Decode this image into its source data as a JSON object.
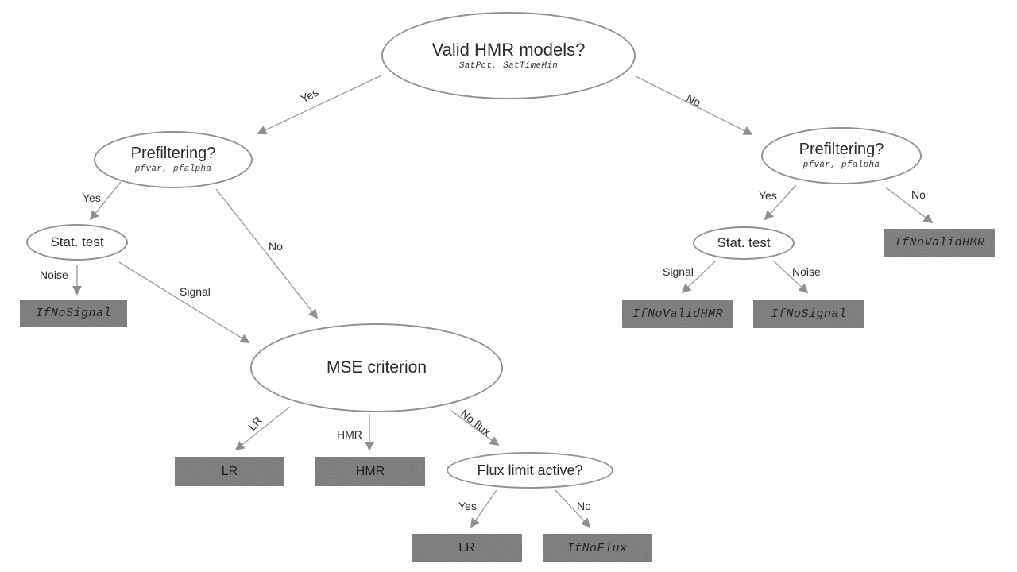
{
  "diagram": {
    "nodes": {
      "root": {
        "title": "Valid HMR models?",
        "subtitle": "SatPct, SatTimeMin"
      },
      "prefilter_left": {
        "title": "Prefiltering?",
        "subtitle": "pfvar, pfalpha"
      },
      "prefilter_right": {
        "title": "Prefiltering?",
        "subtitle": "pfvar, pfalpha"
      },
      "stat_left": {
        "title": "Stat. test"
      },
      "stat_right": {
        "title": "Stat. test"
      },
      "mse": {
        "title": "MSE criterion"
      },
      "flux": {
        "title": "Flux limit active?"
      },
      "box_ifnosignal_left": {
        "label": "IfNoSignal"
      },
      "box_lr_mid": {
        "label": "LR"
      },
      "box_hmr": {
        "label": "HMR"
      },
      "box_lr_bottom": {
        "label": "LR"
      },
      "box_ifnoflux": {
        "label": "IfNoFlux"
      },
      "box_ifnovalidhmr_right": {
        "label": "IfNoValidHMR"
      },
      "box_ifnovalidhmr_signal": {
        "label": "IfNoValidHMR"
      },
      "box_ifnosignal_right": {
        "label": "IfNoSignal"
      }
    },
    "edges": {
      "root_yes": "Yes",
      "root_no": "No",
      "prefleft_yes": "Yes",
      "prefleft_no": "No",
      "statleft_noise": "Noise",
      "statleft_signal": "Signal",
      "mse_lr": "LR",
      "mse_hmr": "HMR",
      "mse_noflux": "No flux",
      "flux_yes": "Yes",
      "flux_no": "No",
      "prefright_yes": "Yes",
      "prefright_no": "No",
      "statright_signal": "Signal",
      "statright_noise": "Noise"
    },
    "colors": {
      "box_fill": "#7e7e7e",
      "ellipse_stroke": "#929292",
      "arrow": "#a0a0a0",
      "text": "#2b2b2b"
    }
  }
}
